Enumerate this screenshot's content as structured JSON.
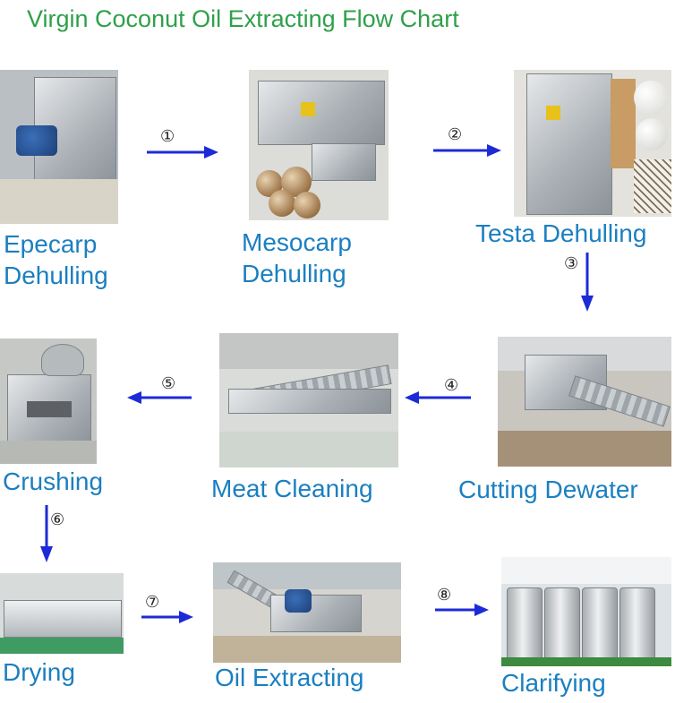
{
  "title": "Virgin Coconut Oil Extracting Flow Chart",
  "steps": [
    {
      "label_line1": "Epecarp",
      "label_line2": "Dehulling"
    },
    {
      "label_line1": "Mesocarp",
      "label_line2": "Dehulling"
    },
    {
      "label": "Testa Dehulling"
    },
    {
      "label": "Cutting Dewater"
    },
    {
      "label": "Meat Cleaning"
    },
    {
      "label": "Crushing"
    },
    {
      "label": "Drying"
    },
    {
      "label": "Oil Extracting"
    },
    {
      "label": "Clarifying"
    }
  ],
  "arrows": [
    "①",
    "②",
    "③",
    "④",
    "⑤",
    "⑥",
    "⑦",
    "⑧"
  ],
  "colors": {
    "title": "#2fa04a",
    "label": "#1b7fc0",
    "arrow": "#1d2bd6"
  }
}
